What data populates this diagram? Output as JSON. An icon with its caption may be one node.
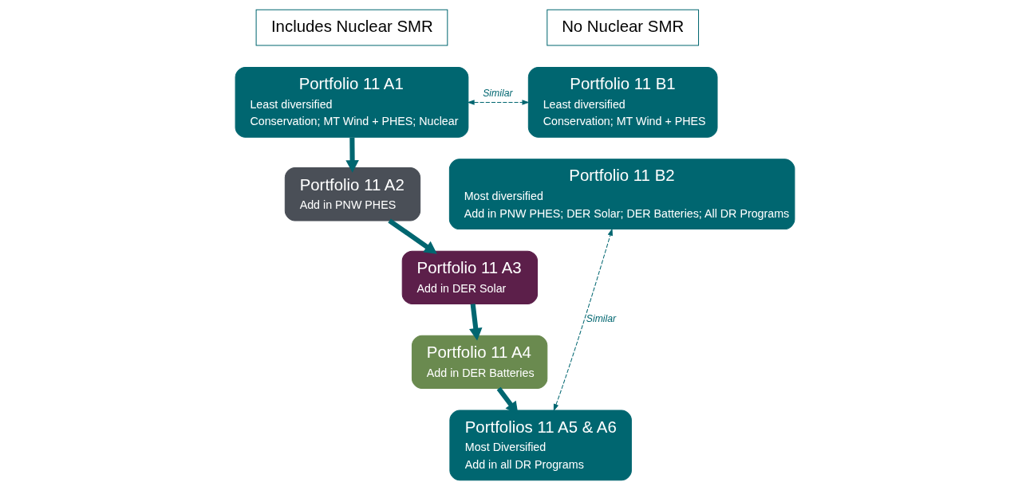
{
  "diagram": {
    "nodes": [
      {
        "text": [
          "Includes Nuclear SMR"
        ]
      },
      {
        "text": [
          "No Nuclear SMR"
        ]
      },
      {
        "text": [
          "Portfolio 11 A1",
          "Least diversified",
          "Conservation; MT Wind + PHES; Nuclear"
        ]
      },
      {
        "text": [
          "Portfolio 11 B1",
          "Least diversified",
          "Conservation; MT Wind + PHES"
        ]
      },
      {
        "text": [
          "Portfolio 11 A2",
          "Add in PNW PHES"
        ]
      },
      {
        "text": [
          "Portfolio 11 B2",
          "Most diversified",
          "Add in PNW PHES; DER Solar; DER Batteries; All DR Programs"
        ]
      },
      {
        "text": [
          "Portfolio 11 A3",
          "Add in DER Solar"
        ]
      },
      {
        "text": [
          "Portfolio 11 A4",
          "Add in DER Batteries"
        ]
      },
      {
        "text": [
          "Portfolios 11 A5 & A6",
          "Most Diversified",
          "Add in all DR Programs"
        ]
      }
    ],
    "edges": [
      {
        "from": 2,
        "to": 3,
        "arrow": "both",
        "label": "Similar",
        "style": "dashed"
      },
      {
        "from": 2,
        "to": 4,
        "arrow": "to"
      },
      {
        "from": 4,
        "to": 6,
        "arrow": "to"
      },
      {
        "from": 6,
        "to": 7,
        "arrow": "to"
      },
      {
        "from": 7,
        "to": 8,
        "arrow": "to"
      },
      {
        "from": 8,
        "to": 5,
        "arrow": "both",
        "label": "Similar",
        "style": "dashed"
      }
    ]
  }
}
